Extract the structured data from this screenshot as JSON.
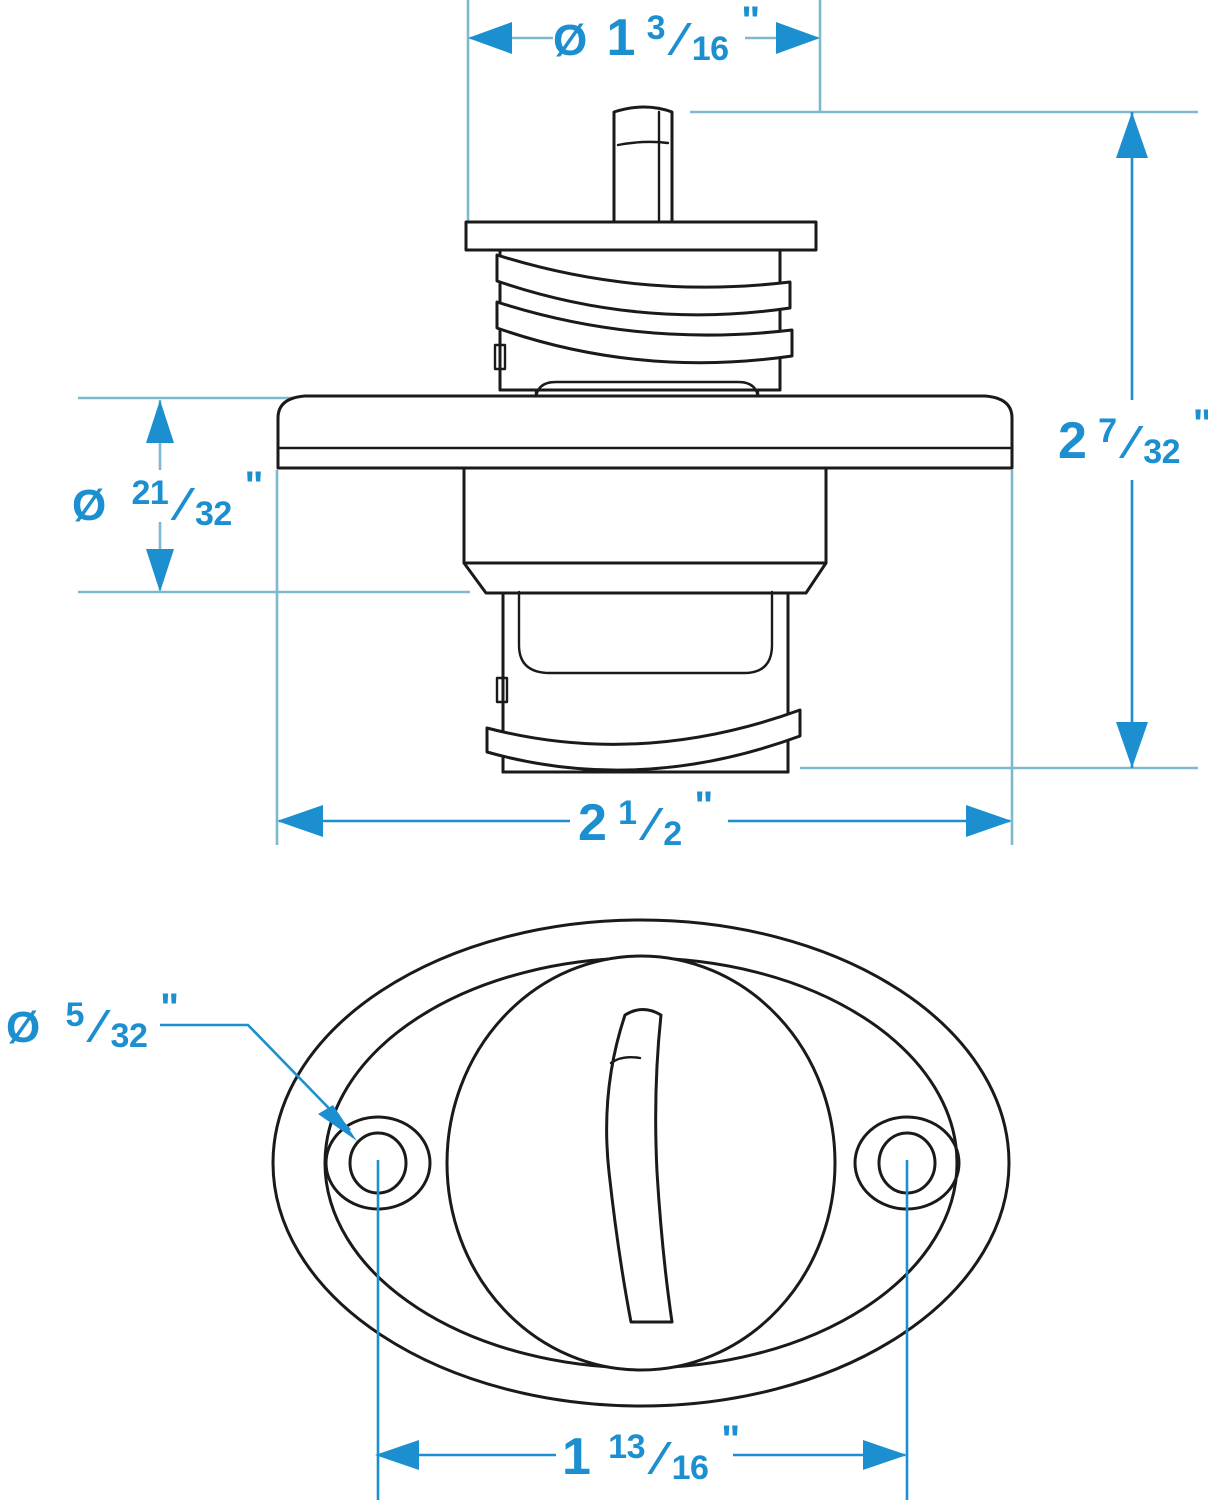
{
  "drawing": {
    "title": "Boat drain plug technical drawing",
    "line_color": "#1a1a1a",
    "dimension_color": "#1b8fcf",
    "extension_line_color": "#7fb9ce",
    "background": "#ffffff",
    "views": [
      {
        "name": "side-elevation",
        "label": ""
      },
      {
        "name": "top-plan",
        "label": ""
      }
    ]
  },
  "dimensions": {
    "top_diameter": {
      "name": "top-diameter",
      "symbol": "Ø",
      "whole": "1",
      "numerator": "3",
      "denominator": "16",
      "unit": "\"",
      "full": "Ø 1 3/16\""
    },
    "overall_height": {
      "name": "overall-height",
      "symbol": "",
      "whole": "2",
      "numerator": "7",
      "denominator": "32",
      "unit": "\"",
      "full": "2 7/32\""
    },
    "flange_thickness": {
      "name": "flange-thickness-diameter",
      "symbol": "Ø",
      "whole": "",
      "numerator": "21",
      "denominator": "32",
      "unit": "\"",
      "full": "Ø 21/32\""
    },
    "overall_width": {
      "name": "overall-width",
      "symbol": "",
      "whole": "2",
      "numerator": "1",
      "denominator": "2",
      "unit": "\"",
      "full": "2 1/2\""
    },
    "hole_diameter": {
      "name": "mounting-hole-diameter",
      "symbol": "Ø",
      "whole": "",
      "numerator": "5",
      "denominator": "32",
      "unit": "\"",
      "full": "Ø 5/32\""
    },
    "hole_spacing": {
      "name": "mounting-hole-spacing",
      "symbol": "",
      "whole": "1",
      "numerator": "13",
      "denominator": "16",
      "unit": "\"",
      "full": "1 13/16\""
    }
  }
}
